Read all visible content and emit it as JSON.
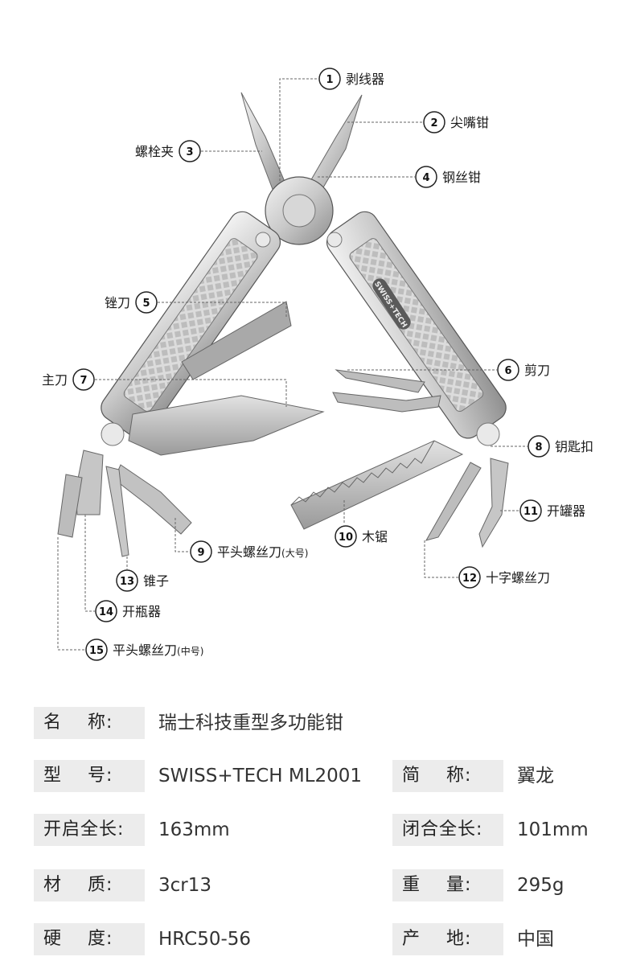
{
  "callouts": [
    {
      "num": "1",
      "label": "剥线器"
    },
    {
      "num": "2",
      "label": "尖嘴钳"
    },
    {
      "num": "3",
      "label": "螺栓夹"
    },
    {
      "num": "4",
      "label": "钢丝钳"
    },
    {
      "num": "5",
      "label": "锉刀"
    },
    {
      "num": "6",
      "label": "剪刀"
    },
    {
      "num": "7",
      "label": "主刀"
    },
    {
      "num": "8",
      "label": "钥匙扣"
    },
    {
      "num": "9",
      "label": "平头螺丝刀",
      "suffix": "(大号)"
    },
    {
      "num": "10",
      "label": "木锯"
    },
    {
      "num": "11",
      "label": "开罐器"
    },
    {
      "num": "12",
      "label": "十字螺丝刀"
    },
    {
      "num": "13",
      "label": "锥子"
    },
    {
      "num": "14",
      "label": "开瓶器"
    },
    {
      "num": "15",
      "label": "平头螺丝刀",
      "suffix": "(中号)"
    }
  ],
  "brand_mark": "SWISS+TECH",
  "specs": {
    "name": {
      "label": "名    称:",
      "value": "瑞士科技重型多功能钳"
    },
    "model": {
      "label": "型    号:",
      "value": "SWISS+TECH ML2001"
    },
    "short": {
      "label": "简    称:",
      "value": "翼龙"
    },
    "open": {
      "label": "开启全长:",
      "value": "163mm"
    },
    "closed": {
      "label": "闭合全长:",
      "value": "101mm"
    },
    "material": {
      "label": "材    质:",
      "value": "3cr13"
    },
    "weight": {
      "label": "重    量:",
      "value": "295g"
    },
    "hardness": {
      "label": "硬    度:",
      "value": "HRC50-56"
    },
    "origin": {
      "label": "产    地:",
      "value": "中国"
    }
  }
}
